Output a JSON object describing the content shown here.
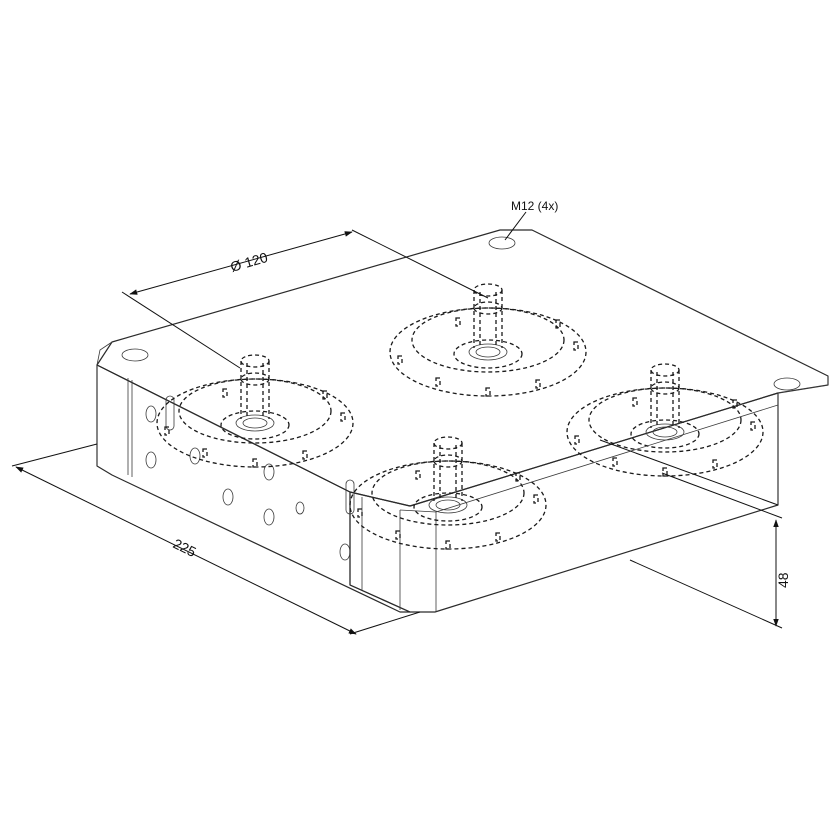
{
  "drawing": {
    "annotations": {
      "thread_callout": "M12 (4x)",
      "diameter": "Ø 120",
      "length": "225",
      "height": "48"
    },
    "colors": {
      "top_face": "#d5e9f7",
      "left_face": "#c9e1f2",
      "front_face": "#c2dcef",
      "line": "#2b2b2b"
    }
  }
}
